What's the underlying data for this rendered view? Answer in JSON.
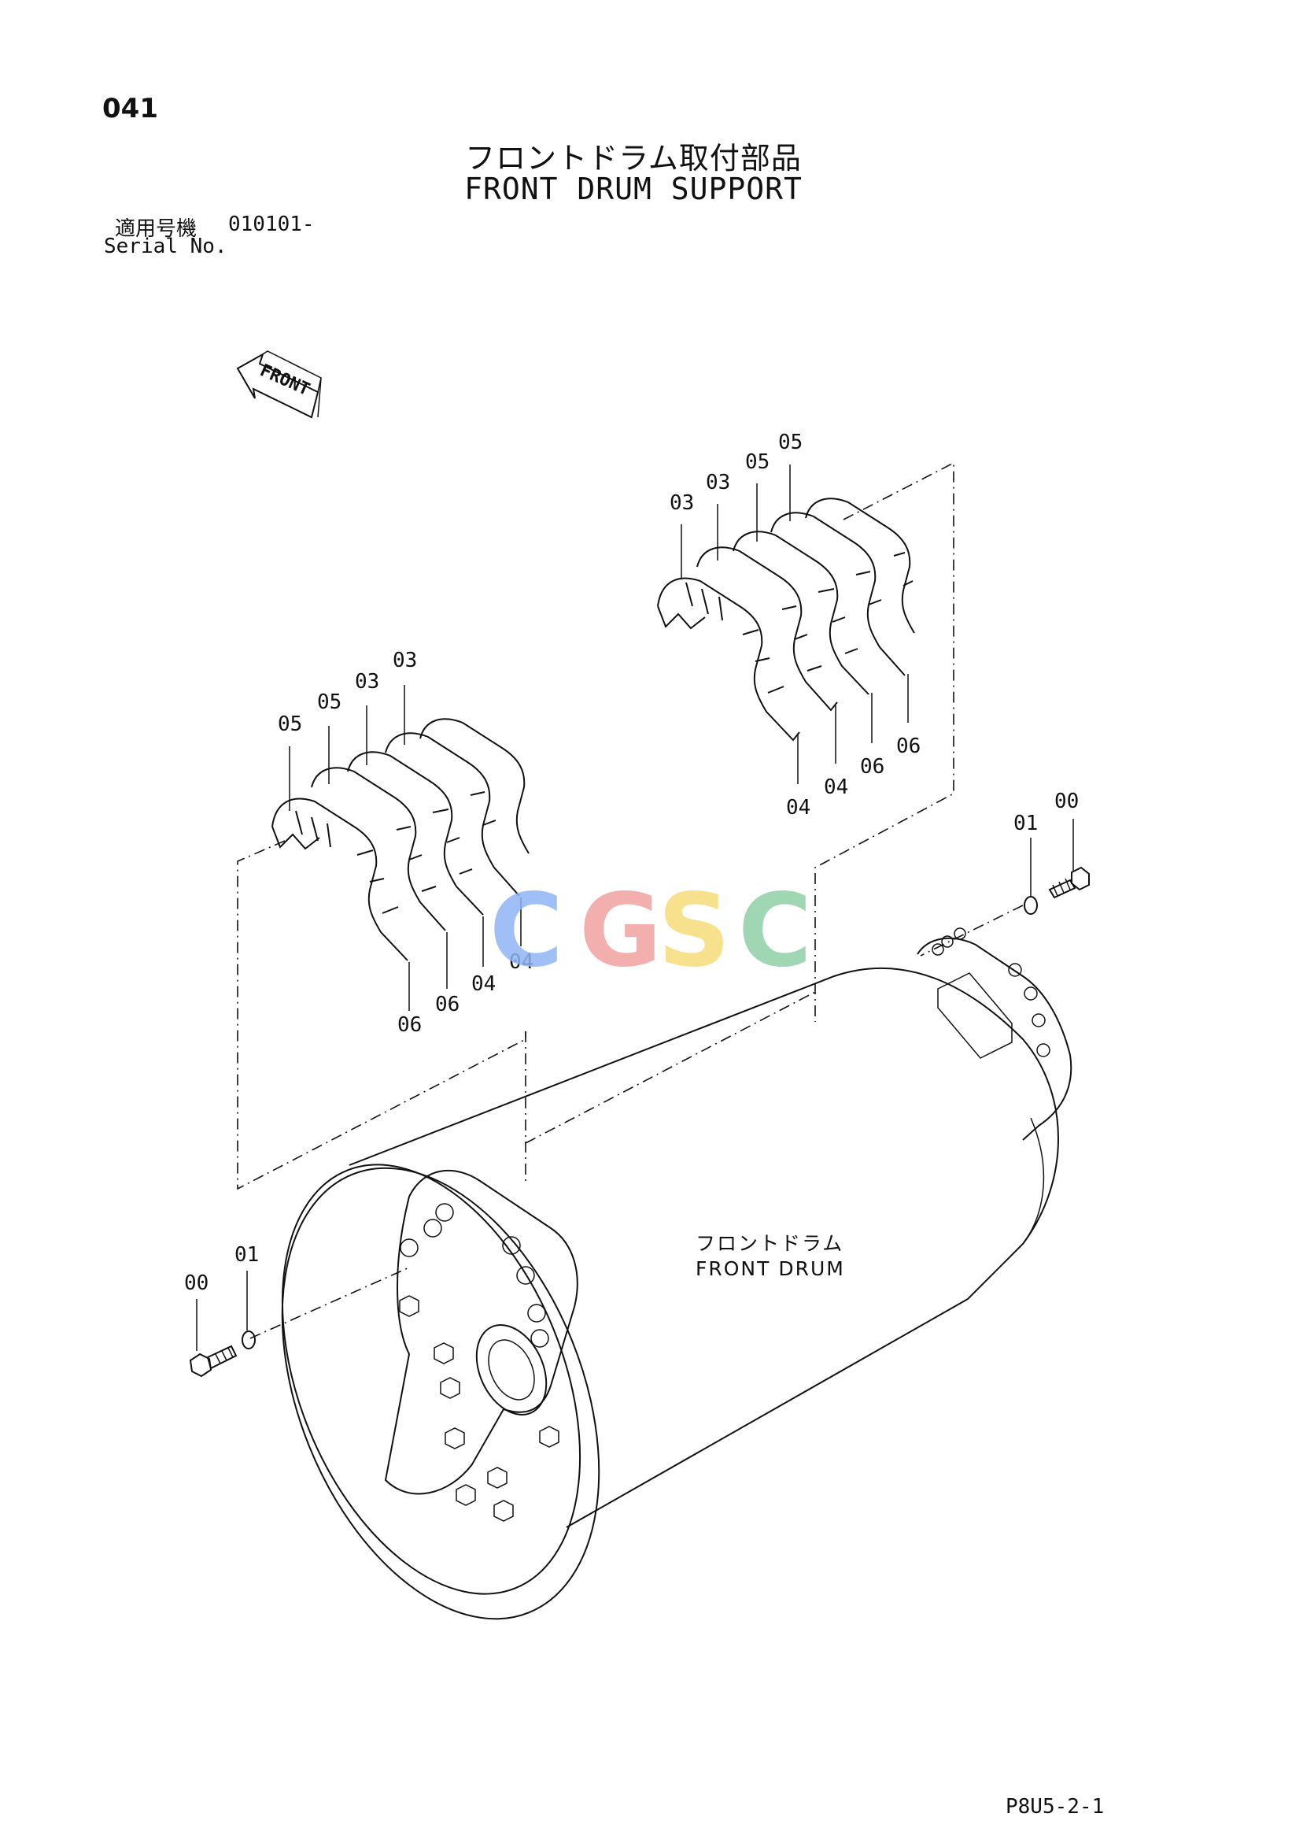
{
  "header": {
    "page_number": "041",
    "title_jp": "フロントドラム取付部品",
    "title_en": "FRONT DRUM SUPPORT",
    "serial_label_jp": "適用号機",
    "serial_value": "010101-",
    "serial_label_en": "Serial No."
  },
  "arrow": {
    "text": "FRONT"
  },
  "callouts": {
    "top_group": [
      "03",
      "03",
      "05",
      "05",
      "04",
      "04",
      "06",
      "06"
    ],
    "left_group": [
      "05",
      "05",
      "03",
      "03",
      "06",
      "06",
      "04",
      "04"
    ],
    "bolt_right": [
      "00",
      "01"
    ],
    "bolt_left": [
      "00",
      "01"
    ]
  },
  "drum": {
    "label_jp": "フロントドラム",
    "label_en": "FRONT DRUM"
  },
  "watermark": {
    "letters": [
      "C",
      "G",
      "S",
      "C"
    ],
    "colors": [
      "#8fb4f5",
      "#f2a0a0",
      "#f7dc7a",
      "#8fcfa8"
    ]
  },
  "footer": {
    "page_code": "P8U5-2-1"
  }
}
